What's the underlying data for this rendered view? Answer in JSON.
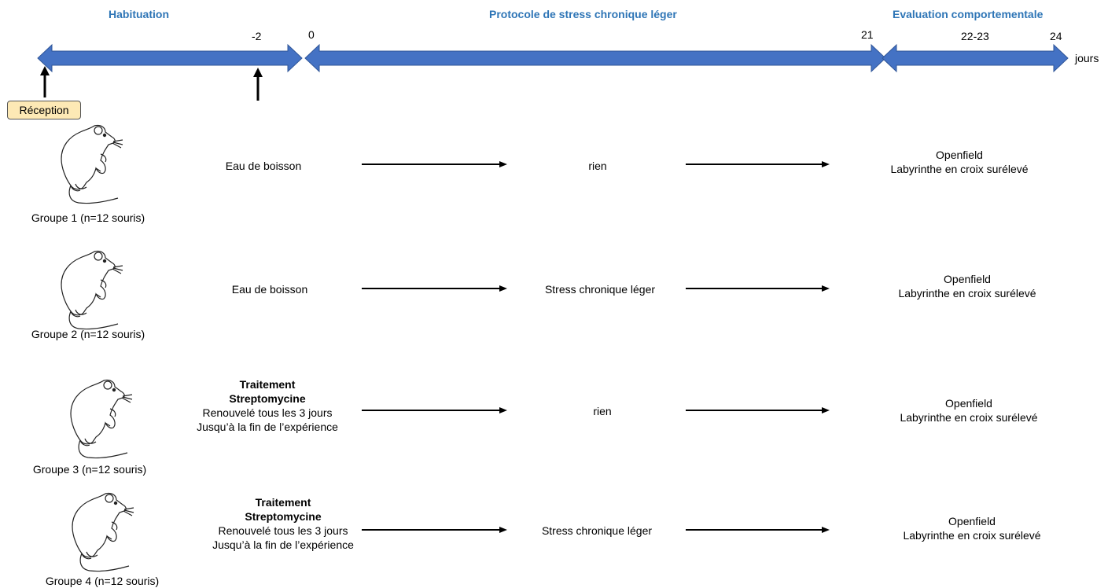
{
  "timeline": {
    "phases": [
      {
        "label": "Habituation"
      },
      {
        "label": "Protocole de stress chronique léger"
      },
      {
        "label": "Evaluation comportementale"
      }
    ],
    "day_labels": [
      "-2",
      "0",
      "21",
      "22-23",
      "24"
    ],
    "unit": "jours",
    "reception_label": "Réception",
    "bar_color": "#4472C4",
    "phase_text_color": "#2E75B6",
    "reception_fill": "#FDE9B5"
  },
  "groups": [
    {
      "label": "Groupe 1 (n=12 souris)",
      "treatment": {
        "bold_line1": "",
        "bold_line2": "",
        "line1": "Eau de boisson",
        "line2": ""
      },
      "condition": "rien",
      "tests": [
        "Openfield",
        "Labyrinthe en croix surélevé"
      ]
    },
    {
      "label": "Groupe 2 (n=12 souris)",
      "treatment": {
        "bold_line1": "",
        "bold_line2": "",
        "line1": "Eau de boisson",
        "line2": ""
      },
      "condition": "Stress chronique léger",
      "tests": [
        "Openfield",
        "Labyrinthe en croix surélevé"
      ]
    },
    {
      "label": "Groupe 3 (n=12 souris)",
      "treatment": {
        "bold_line1": "Traitement",
        "bold_line2": "Streptomycine",
        "line1": "Renouvelé tous les 3 jours",
        "line2": "Jusqu’à la fin de l’expérience"
      },
      "condition": "rien",
      "tests": [
        "Openfield",
        "Labyrinthe en croix surélevé"
      ]
    },
    {
      "label": "Groupe 4 (n=12 souris)",
      "treatment": {
        "bold_line1": "Traitement",
        "bold_line2": "Streptomycine",
        "line1": "Renouvelé tous les 3 jours",
        "line2": "Jusqu’à la fin de l’expérience"
      },
      "condition": "Stress chronique léger",
      "tests": [
        "Openfield",
        "Labyrinthe en croix surélevé"
      ]
    }
  ],
  "icons": {
    "animal": "mouse-icon"
  }
}
